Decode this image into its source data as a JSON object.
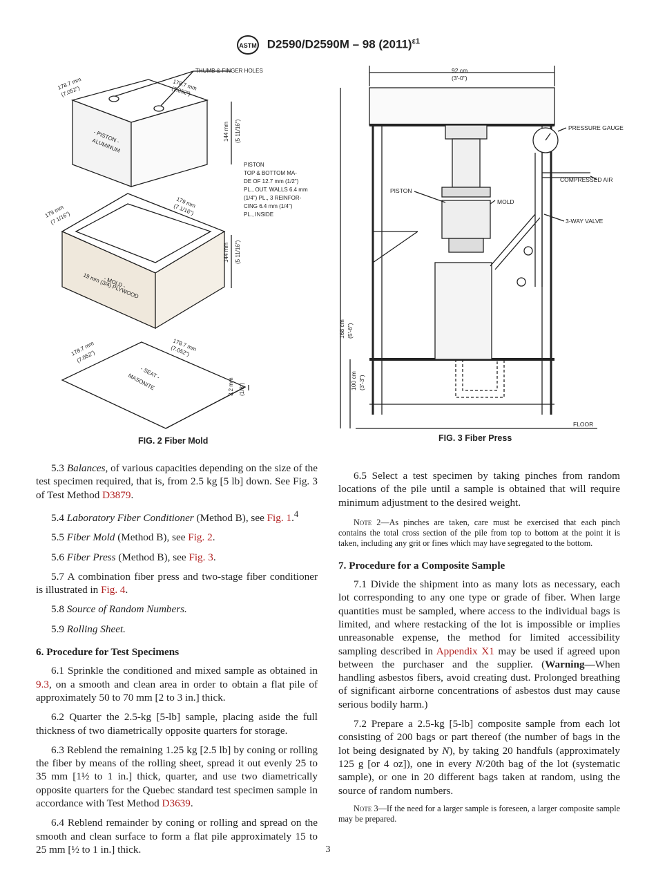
{
  "header": {
    "logo_text": "ASTM",
    "designation": "D2590/D2590M – 98 (2011)",
    "superscript": "ε1"
  },
  "fig2": {
    "caption": "FIG. 2 Fiber Mold",
    "thumb_label": "THUMB & FINGER HOLES",
    "piston_dim_a": "178.7 mm",
    "piston_dim_a2": "(7.052\")",
    "piston_dim_b": "178.7 mm",
    "piston_dim_b2": "(7.052\")",
    "piston_label": "- PISTON -",
    "piston_label2": "ALUMINUM",
    "piston_height": "144 mm",
    "piston_height2": "(5 11/16\")",
    "note_lines": [
      "PISTON",
      "TOP & BOTTOM MA-",
      "DE OF 12.7 mm (1/2\")",
      "PL., OUT. WALLS 6.4 mm",
      "(1/4\") PL., 3 REINFOR-",
      "CING 6.4 mm (1/4\")",
      "PL., INSIDE"
    ],
    "mold_dim_a": "179 mm",
    "mold_dim_a2": "(7 1/16\")",
    "mold_dim_b": "179 mm",
    "mold_dim_b2": "(7 1/16\")",
    "mold_height": "144 mm",
    "mold_height2": "(5 11/16\")",
    "mold_label": "- MOLD -",
    "mold_label2": "19 mm (3/4) PLYWOOD",
    "seat_dim_a": "178.7 mm",
    "seat_dim_a2": "(7.052\")",
    "seat_dim_b": "178.7 mm",
    "seat_dim_b2": "(7.052\")",
    "seat_label": "- SEAT -",
    "seat_label2": "MASONITE",
    "seat_thick": "3.2 mm",
    "seat_thick2": "(1/8\")"
  },
  "fig3": {
    "caption": "FIG. 3 Fiber Press",
    "width_dim": "92 cm",
    "width_dim2": "(3'-0\")",
    "label_gauge": "PRESSURE GAUGE",
    "label_air": "COMPRESSED AIR",
    "label_piston": "PISTON",
    "label_mold": "MOLD",
    "label_valve": "3-WAY VALVE",
    "label_floor": "FLOOR",
    "height_total": "168 cm",
    "height_total2": "(5'-6\")",
    "height_table": "100 cm",
    "height_table2": "(3'-3\")"
  },
  "left": {
    "p53_num": "5.3",
    "p53_term": "Balances,",
    "p53_text": " of various capacities depending on the size of the test specimen required, that is, from 2.5 kg [5 lb] down. See Fig. 3 of Test Method ",
    "p53_link": "D3879",
    "p53_end": ".",
    "p54_num": "5.4",
    "p54_term": "Laboratory Fiber Conditioner",
    "p54_text": " (Method B), see ",
    "p54_link": "Fig. 1",
    "p54_end": ".",
    "p54_sup": "4",
    "p55_num": "5.5",
    "p55_term": "Fiber Mold",
    "p55_text": " (Method B), see ",
    "p55_link": "Fig. 2",
    "p55_end": ".",
    "p56_num": "5.6",
    "p56_term": "Fiber Press",
    "p56_text": " (Method B), see ",
    "p56_link": "Fig. 3",
    "p56_end": ".",
    "p57_text": "5.7 A combination fiber press and two-stage fiber conditioner is illustrated in ",
    "p57_link": "Fig. 4",
    "p57_end": ".",
    "p58_num": "5.8",
    "p58_term": "Source of Random Numbers.",
    "p59_num": "5.9",
    "p59_term": "Rolling Sheet.",
    "h6": "6. Procedure for Test Specimens",
    "p61_text": "6.1 Sprinkle the conditioned and mixed sample as obtained in ",
    "p61_link": "9.3",
    "p61_end": ", on a smooth and clean area in order to obtain a flat pile of approximately 50 to 70 mm [2 to 3 in.] thick.",
    "p62": "6.2 Quarter the 2.5-kg [5-lb] sample, placing aside the full thickness of two diametrically opposite quarters for storage.",
    "p63_text": "6.3 Reblend the remaining 1.25 kg [2.5 lb] by coning or rolling the fiber by means of the rolling sheet, spread it out evenly 25 to 35 mm [1½ to 1 in.] thick, quarter, and use two diametrically opposite quarters for the Quebec standard test specimen sample in accordance with Test Method ",
    "p63_link": "D3639",
    "p63_end": ".",
    "p64": "6.4 Reblend remainder by coning or rolling and spread on the smooth and clean surface to form a flat pile approximately 15 to 25 mm [½ to 1 in.] thick."
  },
  "right": {
    "p65": "6.5 Select a test specimen by taking pinches from random locations of the pile until a sample is obtained that will require minimum adjustment to the desired weight.",
    "note2_label": "Note 2",
    "note2_text": "—As pinches are taken, care must be exercised that each pinch contains the total cross section of the pile from top to bottom at the point it is taken, including any grit or fines which may have segregated to the bottom.",
    "h7": "7. Procedure for a Composite Sample",
    "p71_text": "7.1 Divide the shipment into as many lots as necessary, each lot corresponding to any one type or grade of fiber. When large quantities must be sampled, where access to the individual bags is limited, and where restacking of the lot is impossible or implies unreasonable expense, the method for limited accessibility sampling described in ",
    "p71_link": "Appendix X1",
    "p71_mid": " may be used if agreed upon between the purchaser and the supplier. (",
    "p71_warn": "Warning—",
    "p71_end": "When handling asbestos fibers, avoid creating dust. Prolonged breathing of significant airborne concentrations of asbestos dust may cause serious bodily harm.)",
    "p72_a": "7.2 Prepare a 2.5-kg [5-lb] composite sample from each lot consisting of 200 bags or part thereof (the number of bags in the lot being designated by ",
    "p72_n1": "N",
    "p72_b": "), by taking 20 handfuls (approximately 125 g [or 4 oz]), one in every ",
    "p72_n2": "N",
    "p72_c": "/20th bag of the lot (systematic sample), or one in 20 different bags taken at random, using the source of random numbers.",
    "note3_label": "Note 3",
    "note3_text": "—If the need for a larger sample is foreseen, a larger composite sample may be prepared."
  },
  "page_number": "3"
}
